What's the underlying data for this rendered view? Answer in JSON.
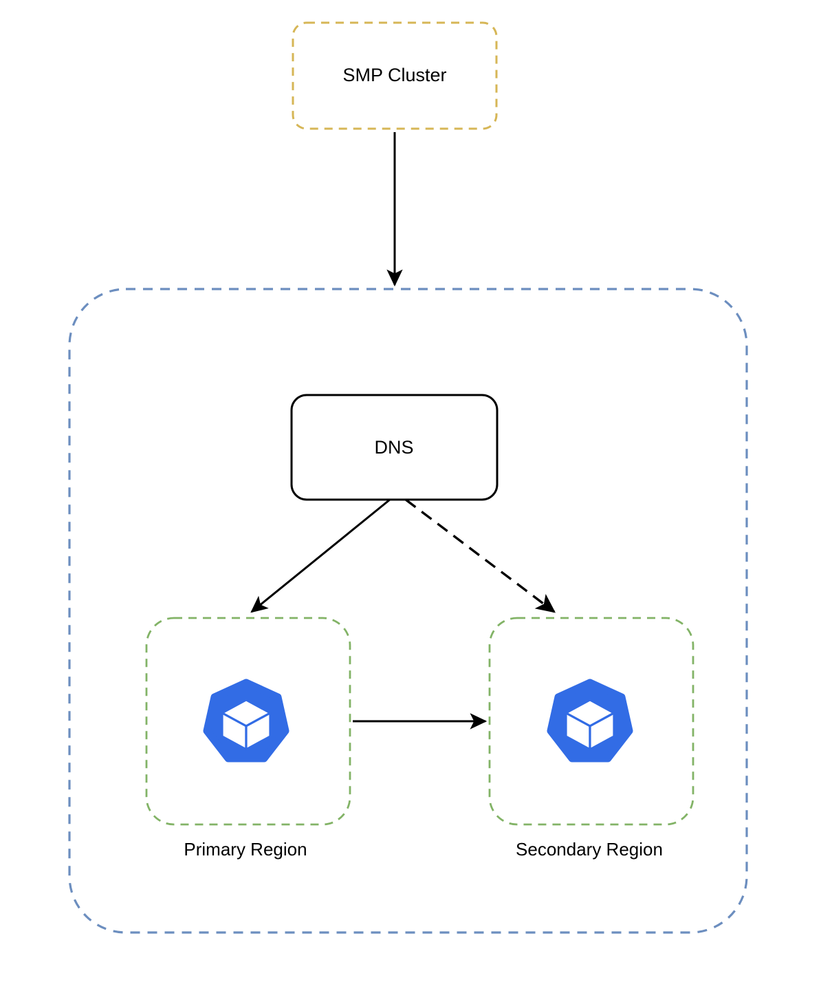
{
  "diagram": {
    "title_node": {
      "label": "SMP Cluster",
      "border_color": "#d6b656",
      "style": "dashed-rounded-rect"
    },
    "platform_boundary": {
      "border_color": "#6c8ebf",
      "style": "dashed-rounded-rect"
    },
    "dns_node": {
      "label": "DNS",
      "border_color": "#000000",
      "style": "solid-rounded-rect"
    },
    "regions": [
      {
        "label": "Primary Region",
        "border_color": "#82b366",
        "icon": "kubernetes-icon",
        "icon_color": "#326ce5",
        "link_from_dns": "solid"
      },
      {
        "label": "Secondary Region",
        "border_color": "#82b366",
        "icon": "kubernetes-icon",
        "icon_color": "#326ce5",
        "link_from_dns": "dashed"
      }
    ],
    "connectors": [
      {
        "name": "smp-to-platform",
        "from": "SMP Cluster",
        "to": "Platform Boundary",
        "style": "solid",
        "direction": "down"
      },
      {
        "name": "dns-to-primary",
        "from": "DNS",
        "to": "Primary Region",
        "style": "solid",
        "direction": "down-left"
      },
      {
        "name": "dns-to-secondary",
        "from": "DNS",
        "to": "Secondary Region",
        "style": "dashed",
        "direction": "down-right"
      },
      {
        "name": "primary-to-secondary",
        "from": "Primary Region",
        "to": "Secondary Region",
        "style": "solid",
        "direction": "right"
      }
    ]
  }
}
